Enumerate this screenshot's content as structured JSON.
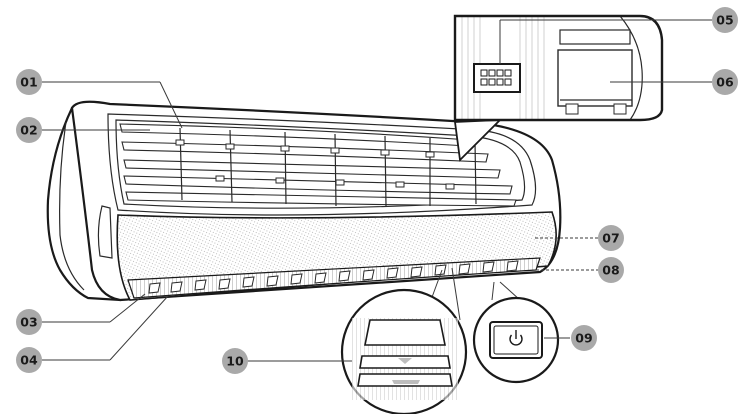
{
  "callouts": [
    {
      "id": "01",
      "label": "01"
    },
    {
      "id": "02",
      "label": "02"
    },
    {
      "id": "03",
      "label": "03"
    },
    {
      "id": "04",
      "label": "04"
    },
    {
      "id": "05",
      "label": "05"
    },
    {
      "id": "06",
      "label": "06"
    },
    {
      "id": "07",
      "label": "07"
    },
    {
      "id": "08",
      "label": "08"
    },
    {
      "id": "09",
      "label": "09"
    },
    {
      "id": "10",
      "label": "10"
    }
  ],
  "colors": {
    "badge_fill": "#a9a9a9",
    "line": "#1a1a1a",
    "panel_texture": "#bcbcbc",
    "background": "#ffffff"
  },
  "icons": {
    "power_button": "power-icon",
    "connector": "terminal-block-icon"
  }
}
